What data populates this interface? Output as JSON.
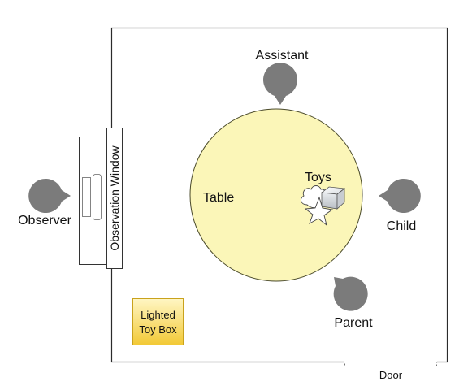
{
  "diagram": {
    "room": {
      "wall_color": "#2b2b2b"
    },
    "table": {
      "label": "Table",
      "fill": "#fbf6b8",
      "stroke": "#4a4a2a"
    },
    "toys": {
      "label": "Toys"
    },
    "people": {
      "assistant": {
        "label": "Assistant"
      },
      "child": {
        "label": "Child"
      },
      "parent": {
        "label": "Parent"
      },
      "observer": {
        "label": "Observer"
      },
      "marker_color": "#7b7b7b"
    },
    "observation_window": {
      "label": "Observation Window"
    },
    "toy_box": {
      "label_line1": "Lighted",
      "label_line2": "Toy Box",
      "fill_top": "#fff6c4",
      "fill_bottom": "#f2c935",
      "stroke": "#c9a21c"
    },
    "door": {
      "label": "Door"
    }
  }
}
